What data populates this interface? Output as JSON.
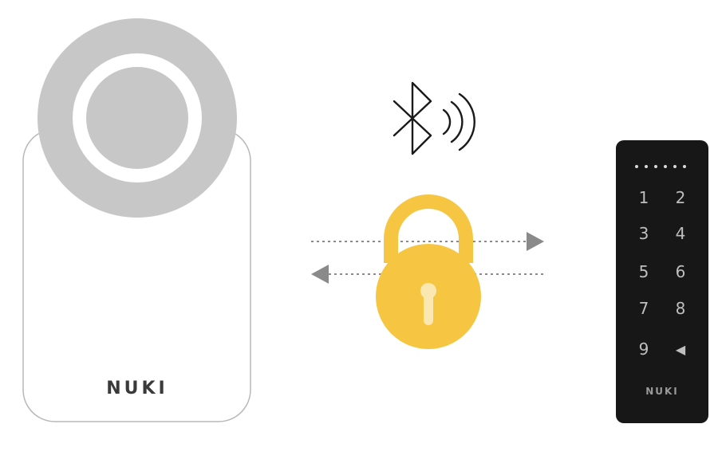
{
  "smart_lock": {
    "brand": "NUKI"
  },
  "keypad": {
    "brand": "NUKI",
    "keys": [
      "1",
      "2",
      "3",
      "4",
      "5",
      "6",
      "7",
      "8",
      "9",
      "◀"
    ]
  },
  "colors": {
    "lock_body": "#ffffff",
    "lock_outline": "#b8b8b8",
    "knob_outer": "#c7c7c7",
    "knob_ring": "#ffffff",
    "knob_inner": "#c7c7c7",
    "padlock": "#f6c643",
    "keyhole": "#fbe7b2",
    "keypad_body": "#171717",
    "keypad_text": "#bfbfbf",
    "arrow": "#8a8a8a",
    "icon": "#1a1a1a"
  }
}
